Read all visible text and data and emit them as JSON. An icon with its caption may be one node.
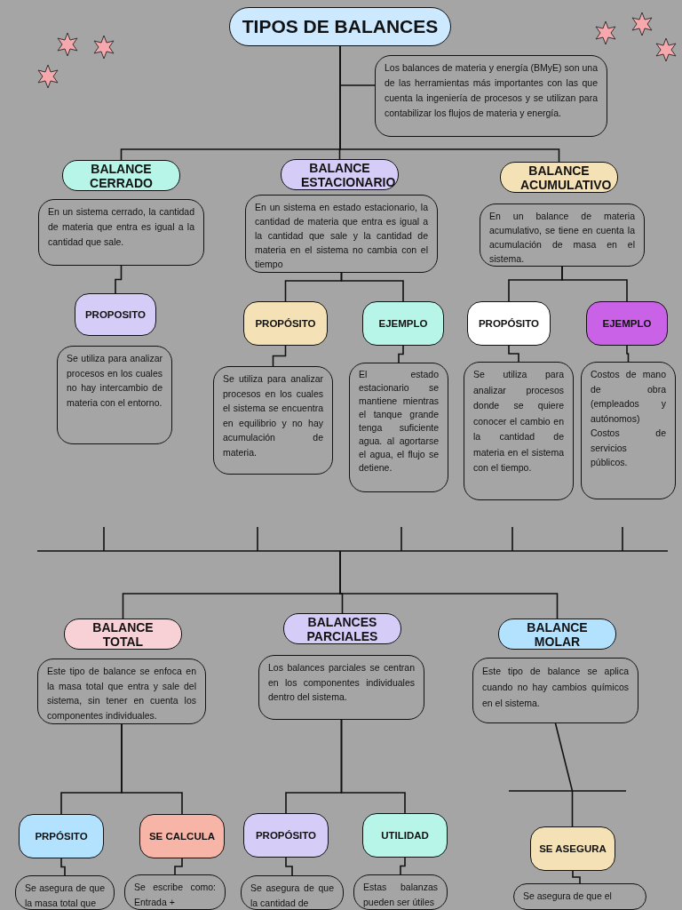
{
  "diagram": {
    "nodes": [
      {
        "text": [
          "TIPOS DE BALANCES"
        ]
      },
      {
        "text": [
          "Los balances de materia y energía (BMyE) son una de las herramientas más importantes con las que cuenta la ingeniería de procesos y se utilizan para contabilizar los flujos de materia y energía."
        ]
      },
      {
        "text": [
          "BALANCE CERRADO"
        ]
      },
      {
        "text": [
          "BALANCE ESTACIONARIO"
        ]
      },
      {
        "text": [
          "BALANCE ACUMULATIVO"
        ]
      },
      {
        "text": [
          "En un sistema cerrado, la cantidad de materia que entra es igual a la cantidad que sale."
        ]
      },
      {
        "text": [
          "En un sistema en estado estacionario, la cantidad de materia que entra es igual a la cantidad que sale y la cantidad de materia en el sistema no cambia con el tiempo"
        ]
      },
      {
        "text": [
          "En un balance de materia acumulativo, se tiene en cuenta la acumulación de masa en el sistema."
        ]
      },
      {
        "text": [
          "PROPOSITO"
        ]
      },
      {
        "text": [
          "PROPÓSITO"
        ]
      },
      {
        "text": [
          "EJEMPLO"
        ]
      },
      {
        "text": [
          "PROPÓSITO"
        ]
      },
      {
        "text": [
          "EJEMPLO"
        ]
      },
      {
        "text": [
          "Se utiliza para analizar procesos en los cuales no hay intercambio de materia con el entorno."
        ]
      },
      {
        "text": [
          "Se utiliza para analizar procesos en los cuales el sistema se encuentra en equilibrio y no hay acumulación de materia."
        ]
      },
      {
        "text": [
          "El estado estacionario se mantiene mientras el tanque grande tenga suficiente agua. al agortarse el agua, el flujo se detiene."
        ]
      },
      {
        "text": [
          "Se utiliza para analizar procesos donde se quiere conocer el cambio en la cantidad de materia en el sistema con el tiempo."
        ]
      },
      {
        "text": [
          "Costos de mano de obra (empleados y autónomos) Costos de servicios públicos."
        ]
      },
      {
        "text": [
          "BALANCE TOTAL"
        ]
      },
      {
        "text": [
          "BALANCES PARCIALES"
        ]
      },
      {
        "text": [
          "BALANCE MOLAR"
        ]
      },
      {
        "text": [
          "Este tipo de balance se enfoca en la masa total que entra y sale del sistema, sin tener en cuenta los componentes individuales."
        ]
      },
      {
        "text": [
          "Los balances parciales se centran en los componentes individuales dentro del sistema."
        ]
      },
      {
        "text": [
          "Este tipo de balance se aplica cuando no hay cambios químicos en el sistema."
        ]
      },
      {
        "text": [
          "PRPÓSITO"
        ]
      },
      {
        "text": [
          "SE CALCULA"
        ]
      },
      {
        "text": [
          "PROPÓSITO"
        ]
      },
      {
        "text": [
          "UTILIDAD"
        ]
      },
      {
        "text": [
          "SE ASEGURA"
        ]
      },
      {
        "text": [
          "Se asegura de que la masa total que"
        ]
      },
      {
        "text": [
          "Se escribe como: Entrada +"
        ]
      },
      {
        "text": [
          "Se asegura de que la cantidad de"
        ]
      },
      {
        "text": [
          "Estas balanzas pueden ser útiles"
        ]
      },
      {
        "text": [
          "Se asegura de que el"
        ]
      }
    ],
    "edges": [
      {
        "from": 0,
        "to": 1,
        "arrow": "none"
      },
      {
        "from": 0,
        "to": 2,
        "arrow": "none"
      },
      {
        "from": 0,
        "to": 3,
        "arrow": "none"
      },
      {
        "from": 0,
        "to": 4,
        "arrow": "none"
      },
      {
        "from": 5,
        "to": 8,
        "arrow": "none"
      },
      {
        "from": 6,
        "to": 9,
        "arrow": "none"
      },
      {
        "from": 6,
        "to": 10,
        "arrow": "none"
      },
      {
        "from": 7,
        "to": 11,
        "arrow": "none"
      },
      {
        "from": 7,
        "to": 12,
        "arrow": "none"
      },
      {
        "from": 9,
        "to": 14,
        "arrow": "none"
      },
      {
        "from": 10,
        "to": 15,
        "arrow": "none"
      },
      {
        "from": 11,
        "to": 16,
        "arrow": "none"
      },
      {
        "from": 12,
        "to": 17,
        "arrow": "none"
      },
      {
        "from": null,
        "to": 18,
        "arrow": "none"
      },
      {
        "from": null,
        "to": 19,
        "arrow": "none"
      },
      {
        "from": null,
        "to": 20,
        "arrow": "none"
      },
      {
        "from": 21,
        "to": 24,
        "arrow": "none"
      },
      {
        "from": 21,
        "to": 25,
        "arrow": "none"
      },
      {
        "from": 22,
        "to": 26,
        "arrow": "none"
      },
      {
        "from": 22,
        "to": 27,
        "arrow": "none"
      },
      {
        "from": 23,
        "to": 28,
        "arrow": "none"
      },
      {
        "from": 24,
        "to": 29,
        "arrow": "none"
      },
      {
        "from": 25,
        "to": 30,
        "arrow": "none"
      },
      {
        "from": 26,
        "to": 31,
        "arrow": "none"
      },
      {
        "from": 27,
        "to": 32,
        "arrow": "none"
      },
      {
        "from": 28,
        "to": 33,
        "arrow": "none"
      }
    ]
  }
}
